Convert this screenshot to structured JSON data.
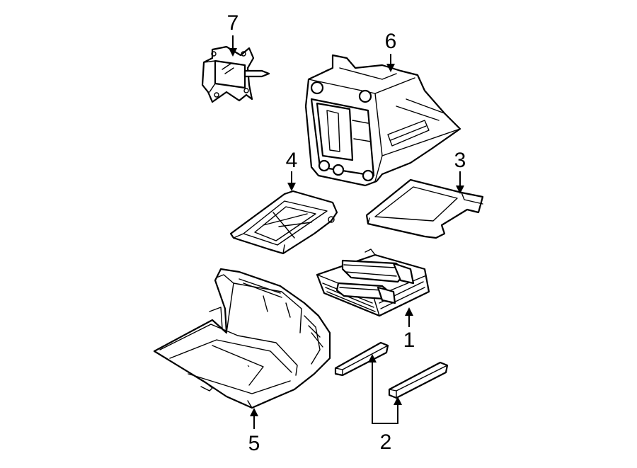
{
  "callouts": {
    "c1": "1",
    "c2": "2",
    "c3": "3",
    "c4": "4",
    "c5": "5",
    "c6": "6",
    "c7": "7"
  },
  "colors": {
    "background": "#ffffff",
    "line": "#000000"
  }
}
